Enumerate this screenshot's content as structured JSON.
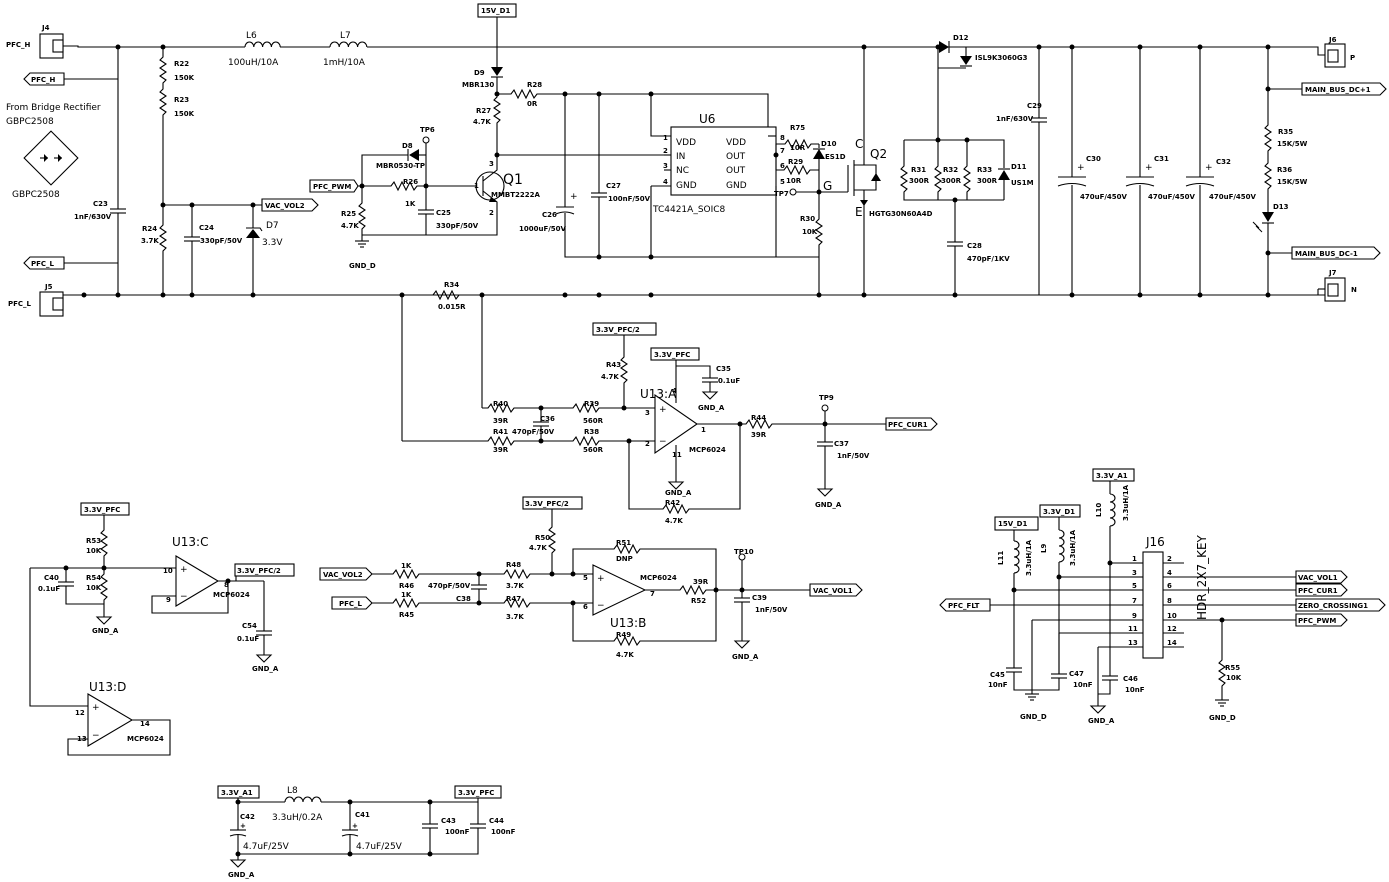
{
  "header": {
    "title": "From Bridge Rectifier",
    "part": "GBPC2508",
    "bridge_label": "GBPC2508"
  },
  "connectors": {
    "j4": "J4",
    "j4_pin": "PFC_H",
    "j5": "J5",
    "j5_pin": "PFC_L",
    "j6": "J6",
    "j6_pin": "P",
    "j7": "J7",
    "j7_pin": "N"
  },
  "ports": {
    "pfc_h": "PFC_H",
    "pfc_l": "PFC_L",
    "pfc_pwm": "PFC_PWM",
    "vac_vol2": "VAC_VOL2",
    "d1_15v": "15V_D1",
    "main_bus_p": "MAIN_BUS_DC+1",
    "main_bus_n": "MAIN_BUS_DC-1",
    "pfc_cur1": "PFC_CUR1",
    "v33_pfc2_a": "3.3V_PFC/2",
    "v33_pfc_a": "3.3V_PFC",
    "v33_pfc_b": "3.3V_PFC",
    "v33_pfc2_b": "3.3V_PFC/2",
    "v33_pfc2_c": "3.3V_PFC/2",
    "vac_vol2_in": "VAC_VOL2",
    "pfc_l_in": "PFC_L",
    "vac_vol1_out": "VAC_VOL1",
    "v15_d1": "15V_D1",
    "v33_d1": "3.3V_D1",
    "v33_a1": "3.3V_A1",
    "vac_vol1": "VAC_VOL1",
    "pfc_cur1_b": "PFC_CUR1",
    "zero_crossing": "ZERO_CROSSING1",
    "pfc_pwm_b": "PFC_PWM",
    "pfc_flt": "PFC_FLT",
    "v33_a1_b": "3.3V_A1",
    "v33_pfc_c": "3.3V_PFC"
  },
  "grounds": {
    "gnd_d": "GND_D",
    "gnd_a": "GND_A"
  },
  "components": {
    "l6": "L6",
    "l6_v": "100uH/10A",
    "l7": "L7",
    "l7_v": "1mH/10A",
    "r22": "R22",
    "r22_v": "150K",
    "r23": "R23",
    "r23_v": "150K",
    "r24": "R24",
    "r24_v": "3.7K",
    "c23": "C23",
    "c23_v": "1nF/630V",
    "c24": "C24",
    "c24_v": "330pF/50V",
    "d7": "D7",
    "d7_v": "3.3V",
    "d9": "D9",
    "d9_v": "MBR130",
    "r28": "R28",
    "r28_v": "0R",
    "r27": "R27",
    "r27_v": "4.7K",
    "tp6": "TP6",
    "d8": "D8",
    "d8_v": "MBR0530-TP",
    "r26": "R26",
    "r26_v": "1K",
    "r25": "R25",
    "r25_v": "4.7K",
    "c25": "C25",
    "c25_v": "330pF/50V",
    "q1": "Q1",
    "q1_v": "MMBT2222A",
    "u6": "U6",
    "u6_v": "TC4421A_SOIC8",
    "u6_p1": "VDD",
    "u6_p2": "IN",
    "u6_p3": "NC",
    "u6_p4": "GND",
    "u6_p8": "VDD",
    "u6_p7": "OUT",
    "u6_p6": "OUT",
    "u6_p5": "GND",
    "c26": "C26",
    "c26_v": "1000uF/50V",
    "c27": "C27",
    "c27_v": "100nF/50V",
    "r75": "R75",
    "r75_v": "10R",
    "r29": "R29",
    "r29_v": "10R",
    "d10": "D10",
    "d10_v": "ES1D",
    "tp7": "TP7",
    "r30": "R30",
    "r30_v": "10K",
    "q2": "Q2",
    "q2_v": "HGTG30N60A4D",
    "q2_c": "C",
    "q2_g": "G",
    "q2_e": "E",
    "d12": "D12",
    "d12_v": "ISL9K3060G3",
    "c29": "C29",
    "c29_v": "1nF/630V",
    "r31": "R31",
    "r31_v": "300R",
    "r32": "R32",
    "r32_v": "300R",
    "r33": "R33",
    "r33_v": "300R",
    "d11": "D11",
    "d11_v": "US1M",
    "c28": "C28",
    "c28_v": "470pF/1KV",
    "c30": "C30",
    "c30_v": "470uF/450V",
    "c31": "C31",
    "c31_v": "470uF/450V",
    "c32": "C32",
    "c32_v": "470uF/450V",
    "r35": "R35",
    "r35_v": "15K/5W",
    "r36": "R36",
    "r36_v": "15K/5W",
    "d13": "D13",
    "r34": "R34",
    "r34_v": "0.015R",
    "r43": "R43",
    "r43_v": "4.7K",
    "c35": "C35",
    "c35_v": "0.1uF",
    "r40": "R40",
    "r40_v": "39R",
    "r41": "R41",
    "r41_v": "39R",
    "c36": "C36",
    "c36_v": "470pF/50V",
    "r39": "R39",
    "r39_v": "560R",
    "r38": "R38",
    "r38_v": "560R",
    "u13a": "U13:A",
    "u13a_v": "MCP6024",
    "r44": "R44",
    "r44_v": "39R",
    "tp9": "TP9",
    "c37": "C37",
    "c37_v": "1nF/50V",
    "r42": "R42",
    "r42_v": "4.7K",
    "r53": "R53",
    "r53_v": "10K",
    "r54": "R54",
    "r54_v": "10K",
    "c40": "C40",
    "c40_v": "0.1uF",
    "u13c": "U13:C",
    "u13c_v": "MCP6024",
    "c54": "C54",
    "c54_v": "0.1uF",
    "u13d": "U13:D",
    "u13d_v": "MCP6024",
    "r50": "R50",
    "r50_v": "4.7K",
    "r51": "R51",
    "r51_v": "DNP",
    "r46": "R46",
    "r46_v": "1K",
    "r45": "R45",
    "r45_v": "1K",
    "c38": "C38",
    "c38_v": "470pF/50V",
    "r48": "R48",
    "r48_v": "3.7K",
    "r47": "R47",
    "r47_v": "3.7K",
    "u13b": "U13:B",
    "u13b_v": "MCP6024",
    "r52": "R52",
    "r52_v": "39R",
    "tp10": "TP10",
    "c39": "C39",
    "c39_v": "1nF/50V",
    "r49": "R49",
    "r49_v": "4.7K",
    "l11": "L11",
    "l11_v": "3.3uH/1A",
    "l9": "L9",
    "l9_v": "3.3uH/1A",
    "l10": "L10",
    "l10_v": "3.3uH/1A",
    "j16": "J16",
    "j16_v": "HDR_2X7_KEY",
    "c45": "C45",
    "c45_v": "10nF",
    "c47": "C47",
    "c47_v": "10nF",
    "c46": "C46",
    "c46_v": "10nF",
    "r55": "R55",
    "r55_v": "10K",
    "l8": "L8",
    "l8_v": "3.3uH/0.2A",
    "c42": "C42",
    "c42_v": "4.7uF/25V",
    "c41": "C41",
    "c41_v": "4.7uF/25V",
    "c43": "C43",
    "c43_v": "100nF",
    "c44": "C44",
    "c44_v": "100nF"
  },
  "pins": {
    "p1": "1",
    "p2": "2",
    "p3": "3",
    "p4": "4",
    "p5": "5",
    "p6": "6",
    "p7": "7",
    "p8": "8",
    "p9": "9",
    "p10": "10",
    "p11": "11",
    "p12": "12",
    "p13": "13",
    "p14": "14",
    "plus": "+",
    "minus": "−"
  }
}
